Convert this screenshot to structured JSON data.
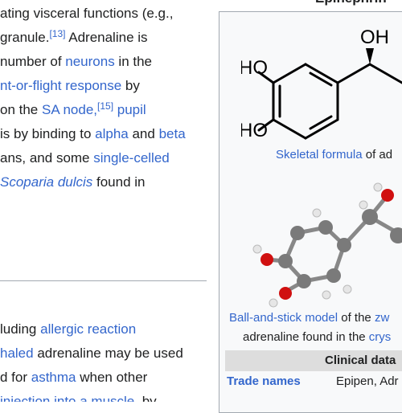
{
  "article": {
    "lines": [
      [
        {
          "t": "ating visceral functions (e.g.,"
        }
      ],
      [
        {
          "t": "granule."
        },
        {
          "t": "[13]",
          "sup": true,
          "l": true
        },
        {
          "t": " Adrenaline is"
        }
      ],
      [
        {
          "t": "number of "
        },
        {
          "t": "neurons",
          "l": true
        },
        {
          "t": " in the"
        }
      ],
      [
        {
          "t": "nt-or-flight response",
          "l": true
        },
        {
          "t": " by"
        }
      ],
      [
        {
          "t": "on the "
        },
        {
          "t": "SA node",
          "l": true
        },
        {
          "t": ",",
          "l": true
        },
        {
          "t": "[15]",
          "sup": true,
          "l": true
        },
        {
          "t": " "
        },
        {
          "t": "pupil",
          "l": true
        }
      ],
      [
        {
          "t": "is by binding to "
        },
        {
          "t": "alpha",
          "l": true
        },
        {
          "t": " and "
        },
        {
          "t": "beta",
          "l": true
        }
      ],
      [
        {
          "t": "ans, and some "
        },
        {
          "t": "single-celled",
          "l": true
        }
      ],
      [
        {
          "t": " "
        },
        {
          "t": "Scoparia dulcis",
          "l": true,
          "i": true
        },
        {
          "t": " found in"
        }
      ]
    ],
    "lines2": [
      [
        {
          "t": "luding "
        },
        {
          "t": "allergic reaction",
          "l": true
        }
      ],
      [
        {
          "t": "haled",
          "l": true
        },
        {
          "t": " adrenaline may be used"
        }
      ],
      [
        {
          "t": "d for "
        },
        {
          "t": "asthma",
          "l": true
        },
        {
          "t": " when other"
        }
      ],
      [
        {
          "t": "injection into a muscle",
          "l": true
        },
        {
          "t": ", by"
        }
      ]
    ]
  },
  "infobox": {
    "title": "Epinephrin",
    "formula_labels": {
      "oh_top": "OH",
      "ho_1": "HO",
      "ho_2": "HO"
    },
    "caption1": [
      {
        "t": "Skeletal formula",
        "l": true
      },
      {
        "t": " of ad"
      }
    ],
    "caption2_line1": [
      {
        "t": "Ball-and-stick model",
        "l": true
      },
      {
        "t": " of the "
      },
      {
        "t": "zw",
        "l": true
      }
    ],
    "caption2_line2": [
      {
        "t": "adrenaline found in the "
      },
      {
        "t": "crys",
        "l": true
      }
    ],
    "section_header": "Clinical data",
    "trade_names_label": "Trade names",
    "trade_names_value": "Epipen, Adr"
  },
  "colors": {
    "link": "#3366cc",
    "text": "#202122",
    "infobox_bg": "#f8f9fa",
    "header_bg": "#dddddd",
    "border": "#a2a9b1"
  }
}
